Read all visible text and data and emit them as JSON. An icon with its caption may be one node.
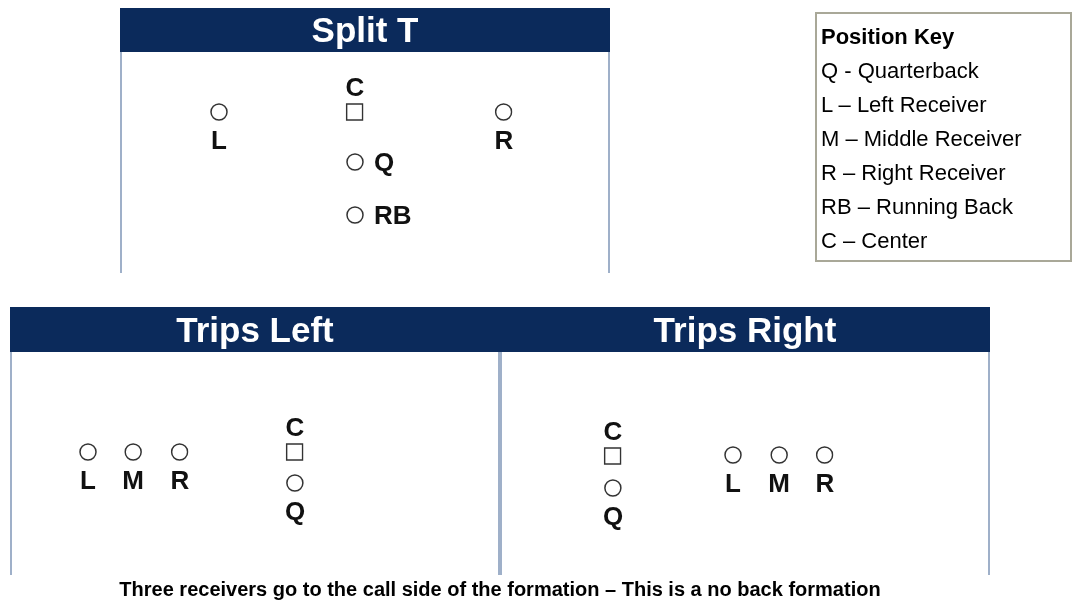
{
  "diagram": {
    "caption": "Three receivers go to the call side of the formation – This is a no back formation",
    "nodes": [
      {
        "text": [
          "Split T"
        ]
      },
      {
        "text": [
          "L"
        ],
        "in": 0
      },
      {
        "text": [
          "C"
        ],
        "in": 0
      },
      {
        "text": [
          "R"
        ],
        "in": 0
      },
      {
        "text": [
          "Q"
        ],
        "in": 0
      },
      {
        "text": [
          "RB"
        ],
        "in": 0
      },
      {
        "text": [
          "Position Key",
          "Q - Quarterback",
          "L – Left Receiver",
          "M – Middle Receiver",
          "R – Right Receiver",
          "RB – Running Back",
          "C – Center"
        ]
      },
      {
        "text": [
          "Trips Left"
        ]
      },
      {
        "text": [
          "L"
        ],
        "in": 7
      },
      {
        "text": [
          "M"
        ],
        "in": 7
      },
      {
        "text": [
          "R"
        ],
        "in": 7
      },
      {
        "text": [
          "C"
        ],
        "in": 7
      },
      {
        "text": [
          "Q"
        ],
        "in": 7
      },
      {
        "text": [
          "Trips Right"
        ]
      },
      {
        "text": [
          "C"
        ],
        "in": 13
      },
      {
        "text": [
          "Q"
        ],
        "in": 13
      },
      {
        "text": [
          "L"
        ],
        "in": 13
      },
      {
        "text": [
          "M"
        ],
        "in": 13
      },
      {
        "text": [
          "R"
        ],
        "in": 13
      }
    ]
  }
}
